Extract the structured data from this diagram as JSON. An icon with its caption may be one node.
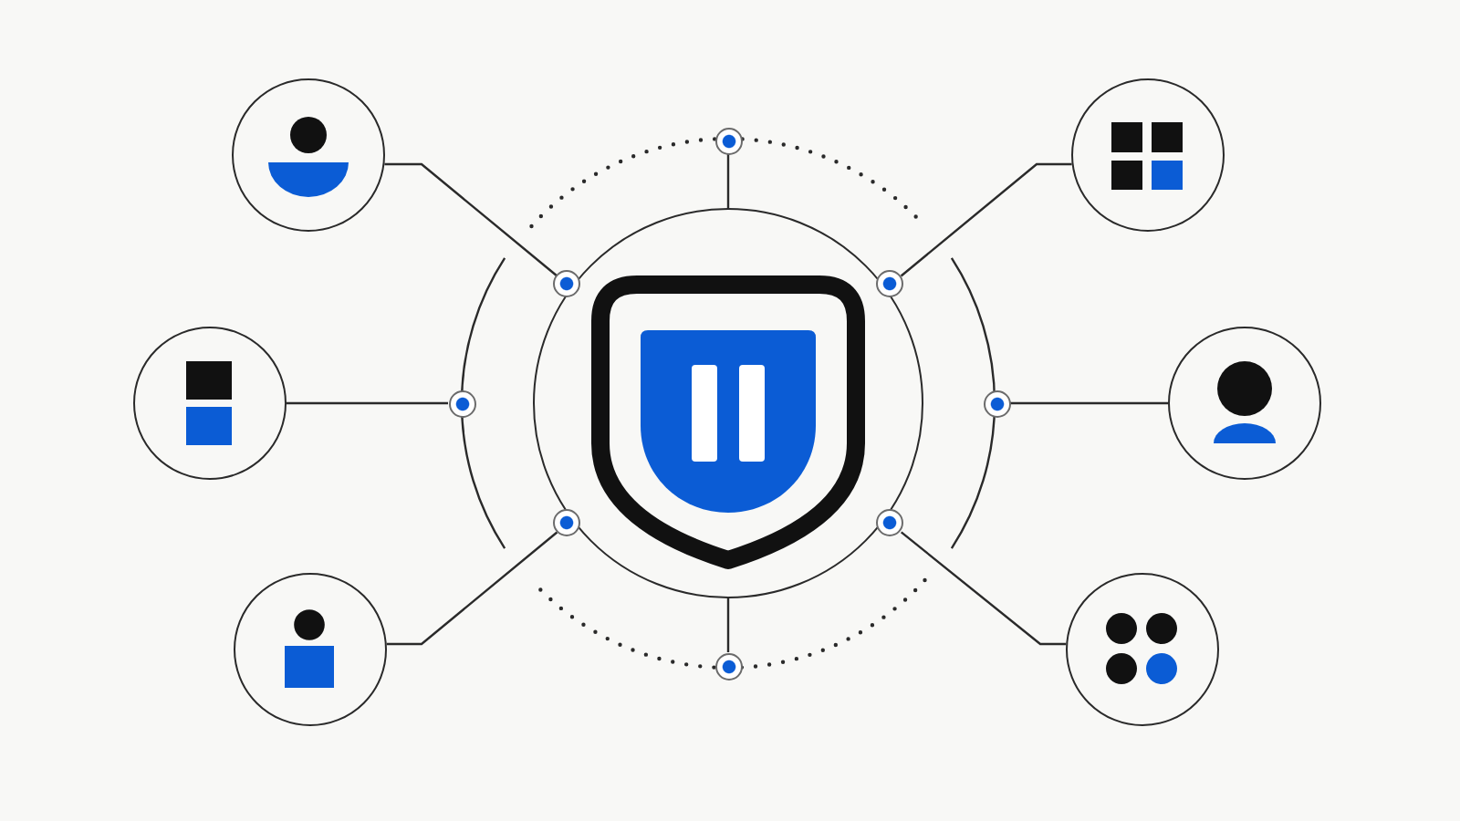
{
  "diagram": {
    "nodes": [
      {
        "text": [],
        "shape": "circle"
      },
      {
        "text": [],
        "shape": "dot"
      },
      {
        "text": [],
        "shape": "circle"
      },
      {
        "text": [],
        "shape": "dot",
        "in": 7
      },
      {
        "text": [],
        "shape": "dot",
        "in": 7
      },
      {
        "text": [],
        "shape": "circle"
      },
      {
        "text": [],
        "shape": "dot"
      },
      {
        "text": [],
        "shape": "circle"
      },
      {
        "text": [],
        "shape": "dot"
      },
      {
        "text": [],
        "shape": "circle"
      },
      {
        "text": [],
        "shape": "dot",
        "in": 7
      },
      {
        "text": [],
        "shape": "dot",
        "in": 7
      },
      {
        "text": [],
        "shape": "dot"
      },
      {
        "text": [],
        "shape": "circle"
      },
      {
        "text": [],
        "shape": "circle"
      }
    ],
    "edges": [
      {
        "from": 0,
        "to": 3,
        "arrow": "none"
      },
      {
        "from": 2,
        "to": 4,
        "arrow": "none"
      },
      {
        "from": 1,
        "to": 7,
        "arrow": "none"
      },
      {
        "from": 5,
        "to": 6,
        "arrow": "none"
      },
      {
        "from": 9,
        "to": 8,
        "arrow": "none"
      },
      {
        "from": 13,
        "to": 10,
        "arrow": "none"
      },
      {
        "from": 14,
        "to": 11,
        "arrow": "none"
      },
      {
        "from": 12,
        "to": 7,
        "arrow": "none"
      }
    ]
  }
}
